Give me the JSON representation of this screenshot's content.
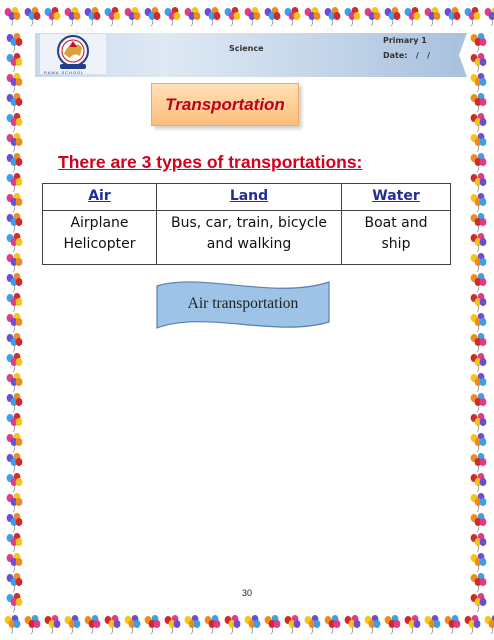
{
  "header": {
    "subject": "Science",
    "grade": "Primary 1",
    "date_label": "Date:   /   /",
    "logo_caption": "RAMA SCHOOL"
  },
  "title": "Transportation",
  "intro": "There are 3 types of transportations:",
  "table": {
    "headers": [
      "Air",
      "Land",
      "Water"
    ],
    "row": [
      "Airplane\nHelicopter",
      "Bus, car, train, bicycle\nand walking",
      "Boat and\nship"
    ]
  },
  "section_banner": "Air transportation",
  "page_number": "30",
  "colors": {
    "title_text": "#c0001a",
    "intro_text": "#d4001c",
    "table_header": "#1f2e9c",
    "title_box": "#fcbe7d",
    "banner_fill": "#9dc3e6",
    "header_band": "#c8d8ea"
  },
  "decorations": {
    "border": "balloon-border",
    "logo": "school-crest-icon"
  }
}
